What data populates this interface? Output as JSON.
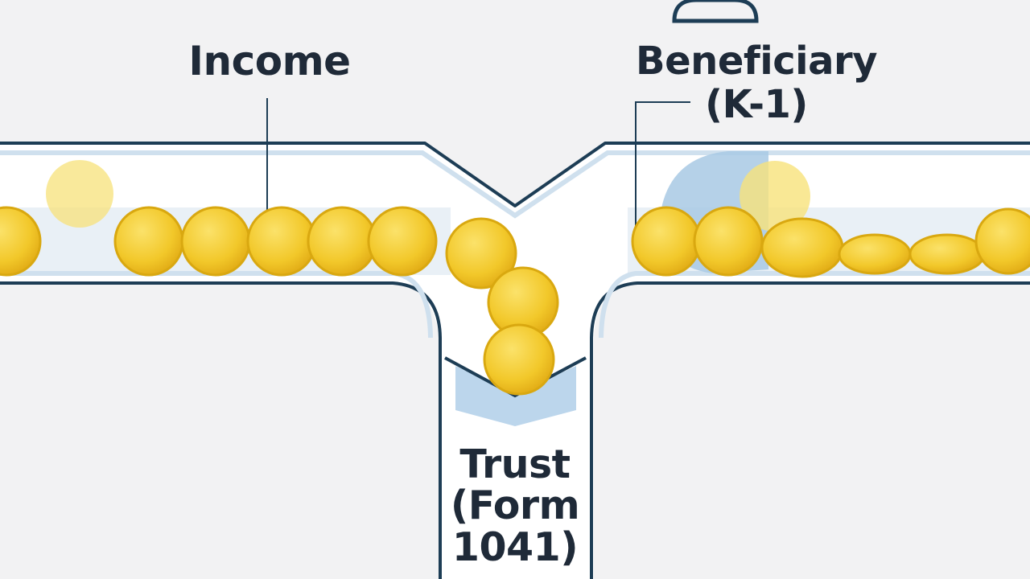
{
  "labels": {
    "income": "Income",
    "beneficiary_line1": "Beneficiary",
    "beneficiary_line2": "(K-1)",
    "trust_line1": "Trust",
    "trust_line2": "(Form",
    "trust_line3": "1041)"
  },
  "colors": {
    "background": "#f2f2f3",
    "pipe_outline": "#1d3d55",
    "pipe_fill": "#ffffff",
    "pipe_band": "#e6eef5",
    "coin_fill": "#f2cc2a",
    "coin_edge": "#d9a810",
    "coin_ghost": "#f7e27a",
    "beneficiary_bubble": "#a8c9e4",
    "trust_funnel": "#bcd6ec",
    "text": "#1f2a38"
  },
  "icons": {
    "top_shape": "bell-icon",
    "coin": "coin-icon",
    "beneficiary_bubble": "droplet-icon"
  }
}
